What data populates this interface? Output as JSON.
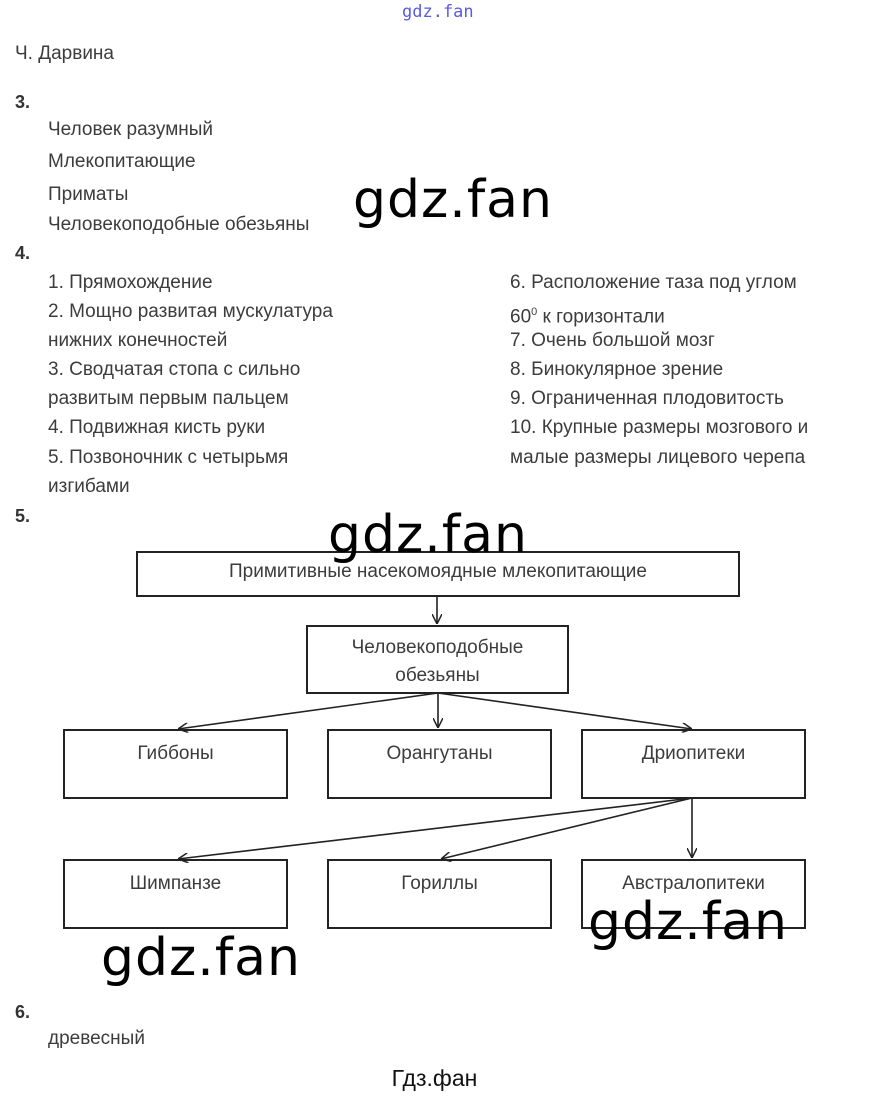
{
  "header_watermark": "gdz.fan",
  "intro_answer": "Ч. Дарвина",
  "q3": {
    "number": "3.",
    "items": [
      "Человек разумный",
      "Млекопитающие",
      "Приматы",
      "Человекоподобные обезьяны"
    ]
  },
  "q4": {
    "number": "4.",
    "left_lines": [
      "1. Прямохождение",
      "2. Мощно развитая мускулатура",
      "нижних конечностей",
      "3. Сводчатая стопа с сильно",
      "развитым первым пальцем",
      "4. Подвижная кисть руки",
      "5. Позвоночник с четырьмя",
      "изгибами"
    ],
    "right_line1": "6. Расположение таза под углом",
    "right_line2_num": "60",
    "right_line2_sup": "0",
    "right_line2_rest": " к горизонтали",
    "right_lines": [
      "7. Очень большой мозг",
      "8. Бинокулярное зрение",
      "9. Ограниченная плодовитость",
      "10. Крупные размеры мозгового и",
      "малые размеры лицевого черепа"
    ]
  },
  "q5": {
    "number": "5.",
    "root": "Примитивные насекомоядные млекопитающие",
    "apes_line1": "Человекоподобные",
    "apes_line2": "обезьяны",
    "row1": [
      "Гиббоны",
      "Орангутаны",
      "Дриопитеки"
    ],
    "row2": [
      "Шимпанзе",
      "Гориллы",
      "Австралопитеки"
    ]
  },
  "q6": {
    "number": "6.",
    "answer": "древесный"
  },
  "watermarks": [
    "gdz.fan",
    "gdz.fan",
    "gdz.fan",
    "gdz.fan"
  ],
  "footer": "Гдз.фан"
}
